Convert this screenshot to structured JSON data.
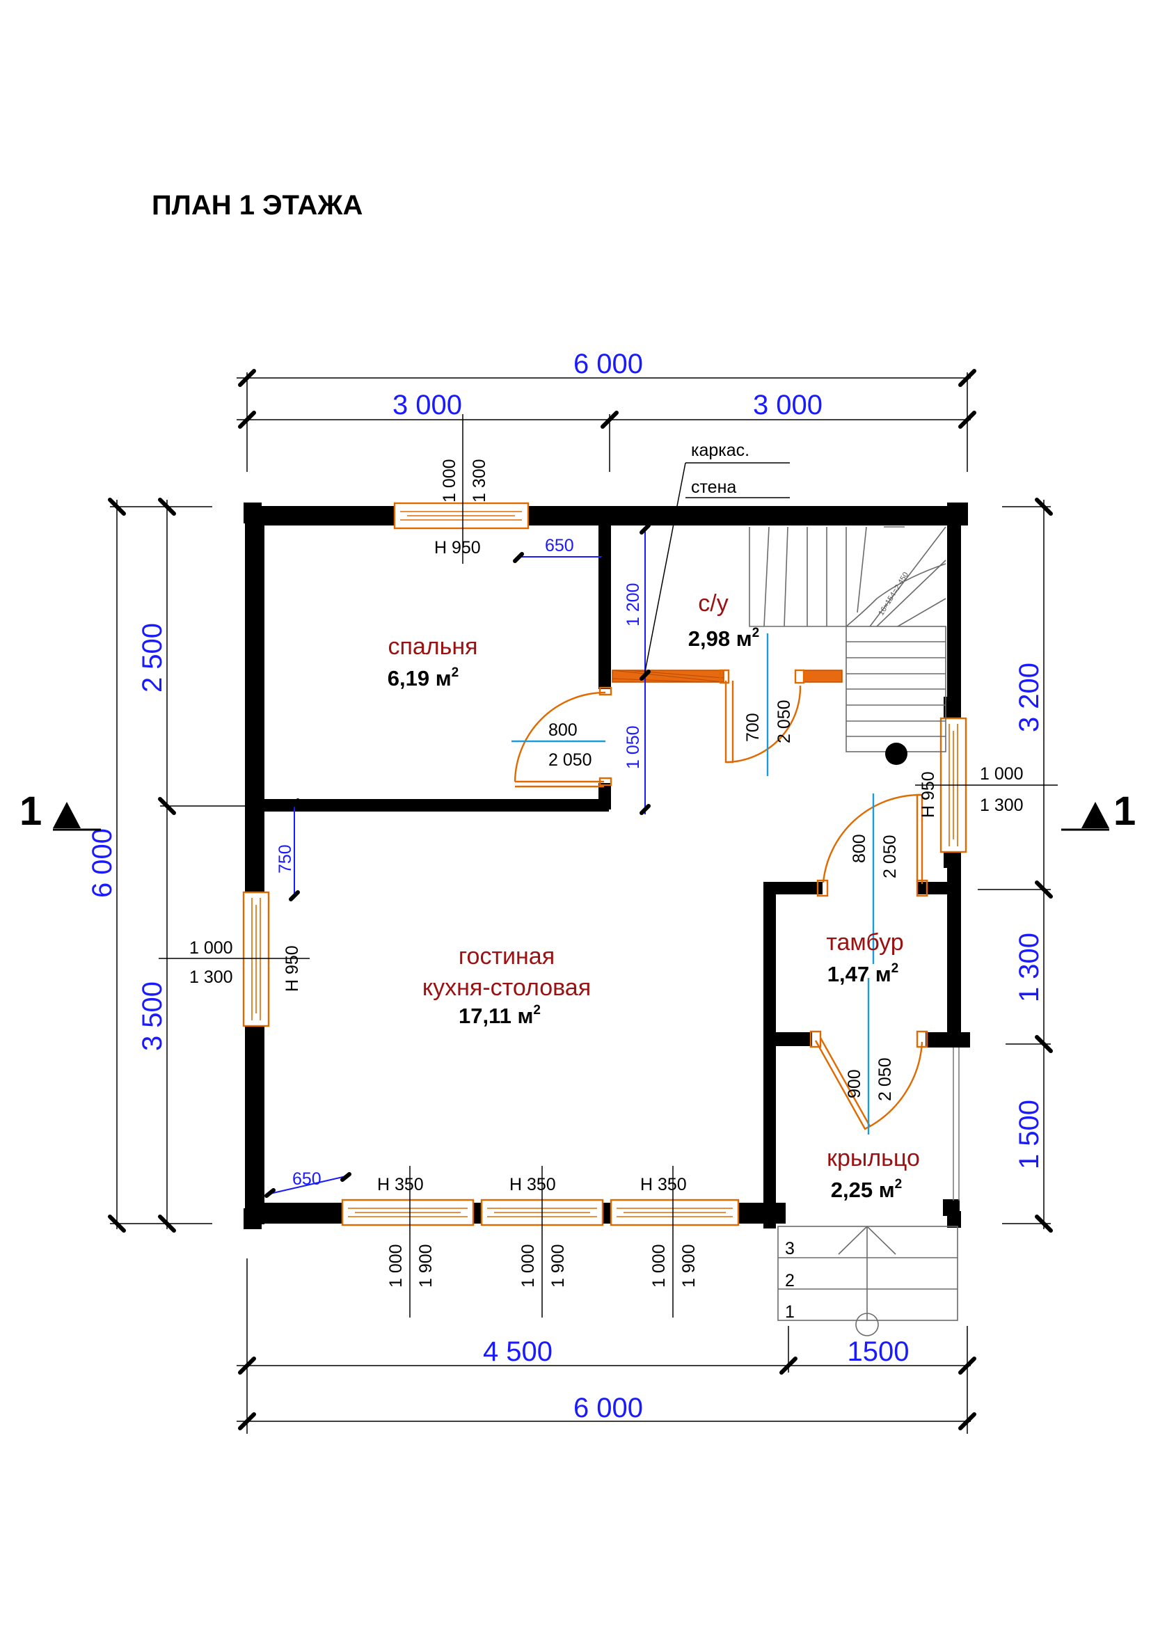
{
  "title": "ПЛАН 1 ЭТАЖА",
  "section_mark": "1",
  "overall_dims": {
    "top_total": "6 000",
    "top_left": "3 000",
    "top_right": "3 000",
    "bottom_total": "6 000",
    "bottom_left": "4 500",
    "bottom_right": "1500",
    "left_total": "6 000",
    "left_upper": "2 500",
    "left_lower": "3 500",
    "right_upper": "3 200",
    "right_middle": "1 300",
    "right_lower": "1 500"
  },
  "rooms": [
    {
      "name": "спальня",
      "area": "6,19 м",
      "unit_sup": "2"
    },
    {
      "name": "с/у",
      "area": "2,98 м",
      "unit_sup": "2"
    },
    {
      "name": "гостиная",
      "name2": "кухня-столовая",
      "area": "17,11 м",
      "unit_sup": "2"
    },
    {
      "name": "тамбур",
      "area": "1,47 м",
      "unit_sup": "2"
    },
    {
      "name": "крыльцо",
      "area": "2,25 м",
      "unit_sup": "2"
    }
  ],
  "frame_wall_label": {
    "line1": "каркас.",
    "line2": "стена"
  },
  "openings": {
    "win_top_w": "1 000",
    "win_top_h": "1 300",
    "win_top_sill": "H  950",
    "win_right_w": "1 000",
    "win_right_h": "1 300",
    "win_right_sill": "H  950",
    "win_left_w": "1 000",
    "win_left_h": "1 300",
    "win_left_sill": "H  950",
    "win_bottom_w": "1 000",
    "win_bottom_h": "1 900",
    "win_bottom_sill": "H  350",
    "offset_650": "650",
    "offset_750": "750",
    "wc_wall": "1 200",
    "bed_door_w": "800",
    "bed_door_h": "2 050",
    "bed_door_gap": "1 050",
    "wc_door_w": "700",
    "wc_door_h": "2 050",
    "vest_door_w": "800",
    "vest_door_h": "2 050",
    "porch_door_w": "900",
    "porch_door_h": "2 050"
  },
  "stair_note": "16×154=2 450",
  "step_numbers": [
    "3",
    "2",
    "1"
  ]
}
